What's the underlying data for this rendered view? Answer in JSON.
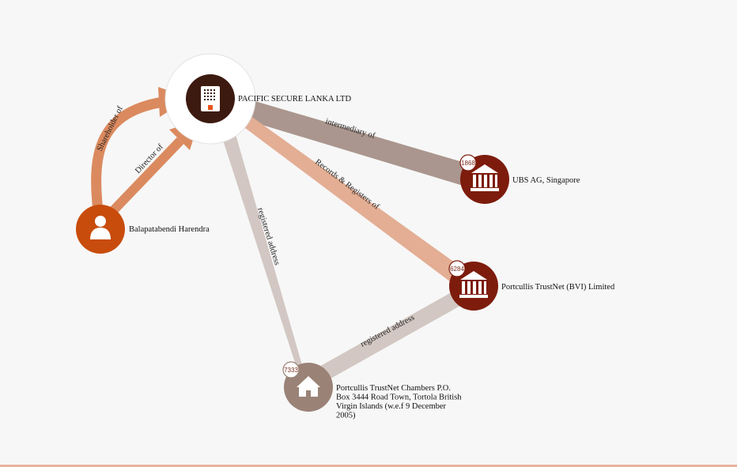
{
  "graph": {
    "nodes": {
      "company": {
        "label": "PACIFIC SECURE LANKA LTD",
        "icon": "building-icon",
        "color": "#3d1a10"
      },
      "person": {
        "label": "Balapatabendi Harendra",
        "icon": "person-icon",
        "color": "#c84c0c"
      },
      "ubs": {
        "label": "UBS AG, Singapore",
        "icon": "bank-icon",
        "color": "#7d1c0c",
        "badge": "1868"
      },
      "portcullis": {
        "label": "Portcullis TrustNet (BVI) Limited",
        "icon": "bank-icon",
        "color": "#7d1c0c",
        "badge": "6284"
      },
      "address": {
        "label_lines": [
          "Portcullis TrustNet Chambers P.O.",
          "Box 3444 Road Town, Tortola British",
          "Virgin Islands (w.e.f 9 December",
          "2005)"
        ],
        "icon": "house-icon",
        "color": "#9a8276",
        "badge": "7333"
      }
    },
    "edges": {
      "shareholder": {
        "label": "Shareholder of",
        "color": "#db8a5f"
      },
      "director": {
        "label": "Director of",
        "color": "#db8a5f"
      },
      "intermediary": {
        "label": "intermediary of",
        "color": "#a8958d"
      },
      "records": {
        "label": "Records & Registers of",
        "color": "#e2ae93"
      },
      "registered_company": {
        "label": "registered address",
        "color": "#d0c5c0"
      },
      "registered_portcullis": {
        "label": "registered address",
        "color": "#d0c5c0"
      }
    }
  }
}
